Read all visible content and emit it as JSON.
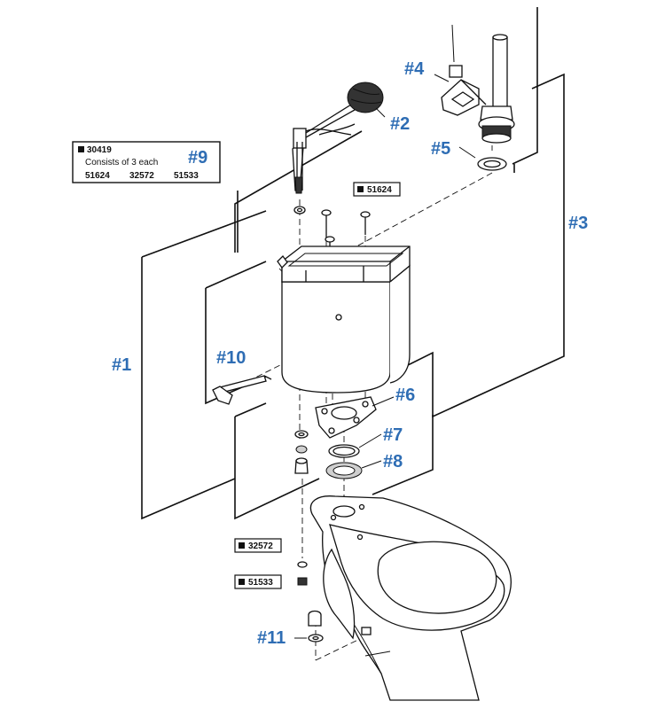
{
  "labels": {
    "p1": "#1",
    "p2": "#2",
    "p3": "#3",
    "p4": "#4",
    "p5": "#5",
    "p6": "#6",
    "p7": "#7",
    "p8": "#8",
    "p9": "#9",
    "p10": "#10",
    "p11": "#11"
  },
  "kit": {
    "part_number": "30419",
    "description": "Consists of 3 each",
    "items": [
      "51624",
      "32572",
      "51533"
    ]
  },
  "tags": {
    "bolt": "51624",
    "washer": "32572",
    "nut": "51533"
  }
}
